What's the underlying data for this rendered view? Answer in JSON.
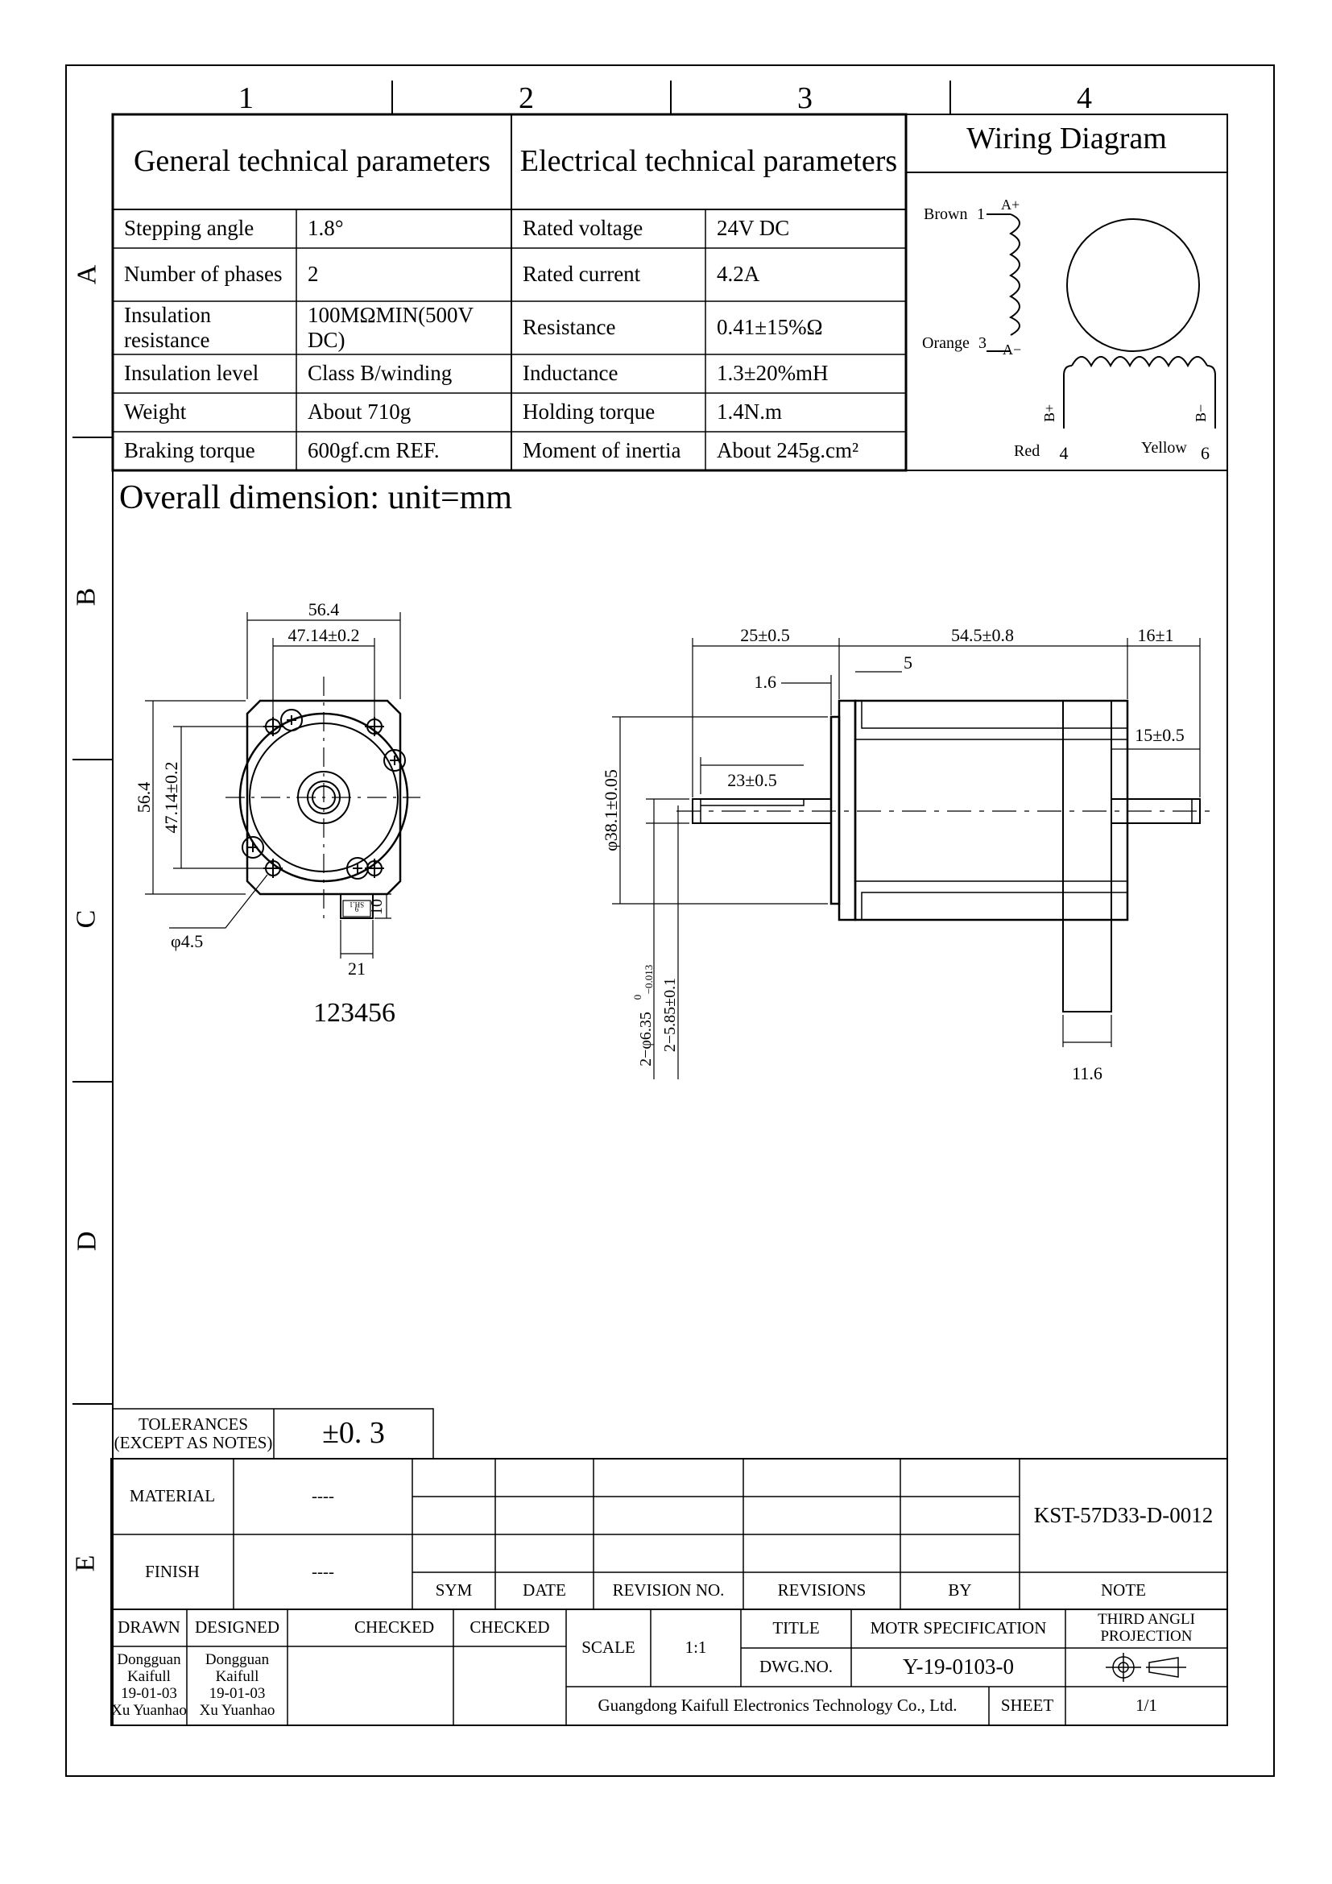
{
  "grid": {
    "columns": [
      "1",
      "2",
      "3",
      "4"
    ],
    "rows": [
      "A",
      "B",
      "C",
      "D",
      "E"
    ]
  },
  "general": {
    "title": "General technical parameters",
    "rows": [
      {
        "label": "Stepping angle",
        "value": "1.8°"
      },
      {
        "label": "Number of phases",
        "value": "2"
      },
      {
        "label": "Insulation resistance",
        "value": "100MΩMIN(500V DC)"
      },
      {
        "label": "Insulation level",
        "value": "Class B/winding"
      },
      {
        "label": "Weight",
        "value": "About 710g"
      },
      {
        "label": "Braking torque",
        "value": "600gf.cm REF."
      }
    ]
  },
  "electrical": {
    "title": "Electrical technical parameters",
    "rows": [
      {
        "label": "Rated voltage",
        "value": "24V DC"
      },
      {
        "label": "Rated current",
        "value": "4.2A"
      },
      {
        "label": "Resistance",
        "value": "0.41±15%Ω"
      },
      {
        "label": "Inductance",
        "value": "1.3±20%mH"
      },
      {
        "label": "Holding torque",
        "value": "1.4N.m"
      },
      {
        "label": "Moment of inertia",
        "value": "About 245g.cm²"
      }
    ]
  },
  "wiring": {
    "title": "Wiring Diagram",
    "brown": "Brown",
    "brown_num": "1",
    "a_plus": "A+",
    "orange": "Orange",
    "orange_num": "3",
    "a_minus": "A−",
    "b_plus": "B+",
    "b_minus": "B−",
    "red": "Red",
    "red_num": "4",
    "yellow": "Yellow",
    "yellow_num": "6"
  },
  "dimension_title": "Overall dimension: unit=mm",
  "front_view": {
    "width": "56.4",
    "hole_spacing_h": "47.14±0.2",
    "height": "56.4",
    "hole_spacing_v": "47.14±0.2",
    "hole_dia": "φ4.5",
    "connector_depth": "10",
    "connector_width": "21",
    "pin_label": "123456",
    "connector_mark_1": "SH.1",
    "connector_mark_2": "6"
  },
  "side_view": {
    "shaft_len": "25±0.5",
    "body_len": "54.5±0.8",
    "rear_shaft": "16±1",
    "flange_thk": "1.6",
    "boss": "5",
    "flat_len": "23±0.5",
    "rear_flat": "15±0.5",
    "pilot": "φ38.1±0.05",
    "shaft_dia": "2−φ6.35",
    "shaft_tol_upper": "0",
    "shaft_tol_lower": "−0.013",
    "flat_depth": "2−5.85±0.1",
    "rear_plate": "11.6"
  },
  "tolerances": {
    "label_1": "TOLERANCES",
    "label_2": "(EXCEPT AS NOTES)",
    "value": "±0. 3"
  },
  "title_block": {
    "material_label": "MATERIAL",
    "material_value": "----",
    "finish_label": "FINISH",
    "finish_value": "----",
    "sym": "SYM",
    "date": "DATE",
    "revision_no": "REVISION NO.",
    "revisions": "REVISIONS",
    "by": "BY",
    "note": "NOTE",
    "part_no": "KST-57D33-D-0012",
    "drawn": "DRAWN",
    "designed": "DESIGNED",
    "checked_1": "CHECKED",
    "checked_2": "CHECKED",
    "drawn_by": [
      "Dongguan",
      "Kaifull",
      "19-01-03",
      "Xu Yuanhao"
    ],
    "designed_by": [
      "Dongguan",
      "Kaifull",
      "19-01-03",
      "Xu Yuanhao"
    ],
    "scale_label": "SCALE",
    "scale_value": "1:1",
    "title_label": "TITLE",
    "title_value": "MOTR SPECIFICATION",
    "dwg_label": "DWG.NO.",
    "dwg_value": "Y-19-0103-0",
    "projection_1": "THIRD ANGLI",
    "projection_2": "PROJECTION",
    "company": "Guangdong Kaifull Electronics Technology Co., Ltd.",
    "sheet_label": "SHEET",
    "sheet_value": "1/1"
  }
}
